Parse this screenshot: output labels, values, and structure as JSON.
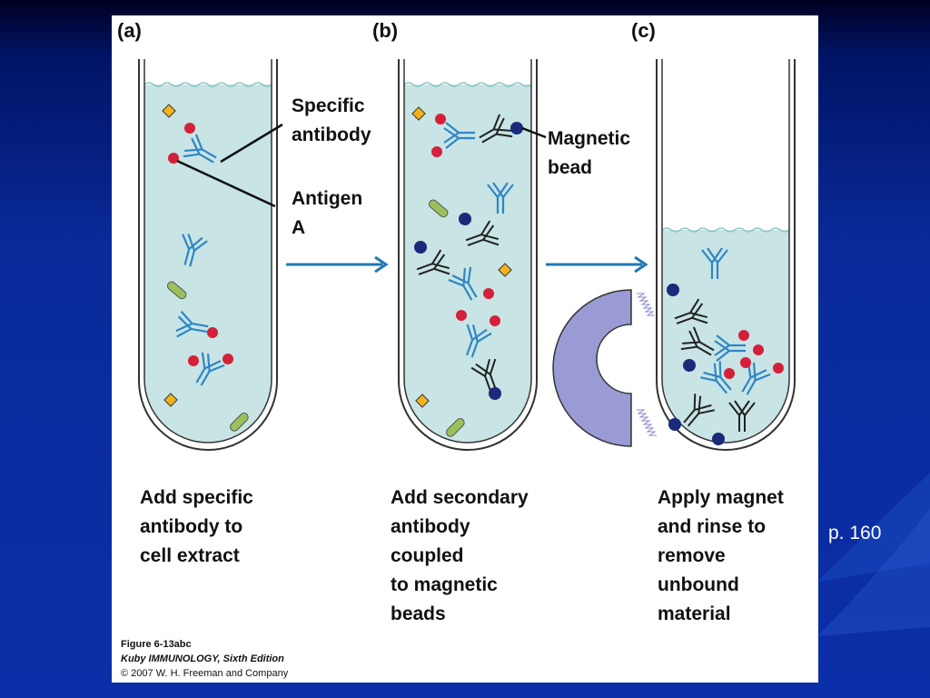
{
  "panels": {
    "a": {
      "letter": "(a)",
      "caption": "Add specific\nantibody to\ncell extract"
    },
    "b": {
      "letter": "(b)",
      "caption": "Add secondary\nantibody\ncoupled\nto magnetic\nbeads"
    },
    "c": {
      "letter": "(c)",
      "caption": "Apply magnet\nand rinse to\nremove\nunbound\nmaterial"
    }
  },
  "labels": {
    "specific_antibody": "Specific\nantibody",
    "antigen": "Antigen\nA",
    "magnetic_bead": "Magnetic\nbead"
  },
  "credit": {
    "figure": "Figure 6-13abc",
    "book": "Kuby IMMUNOLOGY, Sixth Edition",
    "copyright": "© 2007 W. H. Freeman and Company"
  },
  "page_ref": "p. 160",
  "colors": {
    "fluid": "#c8e4e4",
    "antibody": "#2f86c6",
    "secondary_antibody": "#222222",
    "antigen": "#d4203a",
    "bead": "#1a2a7a",
    "arrow": "#1f78b4",
    "magnet": "#9a9ad4",
    "diamond": "#f2b21a",
    "rod": "#9bc25a"
  }
}
